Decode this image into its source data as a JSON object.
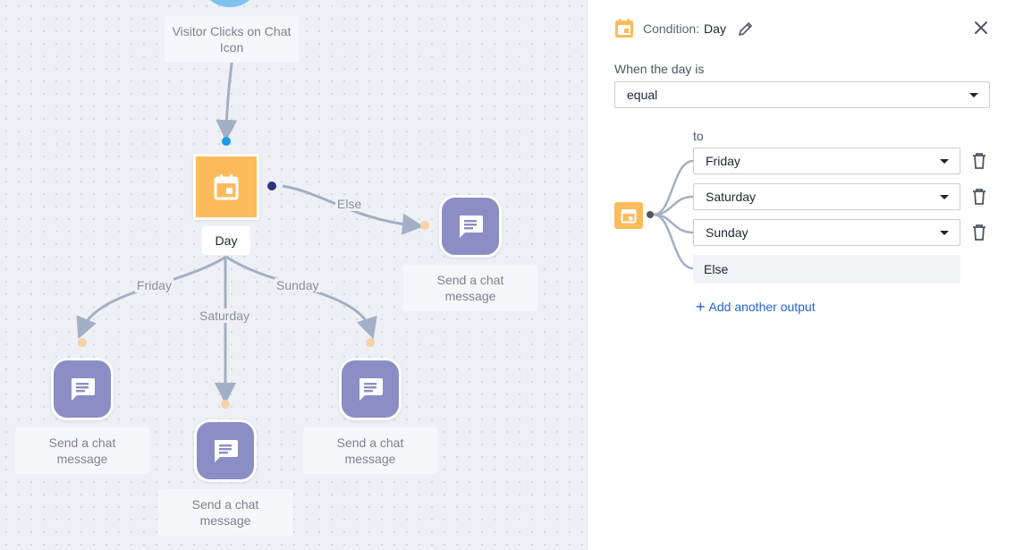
{
  "canvas": {
    "start_node": {
      "label": "Visitor Clicks on Chat Icon"
    },
    "condition_node": {
      "label": "Day",
      "icon": "calendar-icon"
    },
    "edges": {
      "else": "Else",
      "friday": "Friday",
      "saturday": "Saturday",
      "sunday": "Sunday"
    },
    "chat_nodes": {
      "else": "Send a chat message",
      "friday": "Send a chat message",
      "saturday": "Send a chat message",
      "sunday": "Send a chat message"
    }
  },
  "panel": {
    "header": {
      "label": "Condition:",
      "value": "Day"
    },
    "when_label": "When the day is",
    "operator": "equal",
    "to_label": "to",
    "outputs": [
      "Friday",
      "Saturday",
      "Sunday"
    ],
    "else_label": "Else",
    "add_output": "Add another output"
  },
  "colors": {
    "accent": "#fdbb5c",
    "chat_node": "#8b8ec4",
    "link": "#2563d6",
    "edge": "#a3afc4"
  }
}
